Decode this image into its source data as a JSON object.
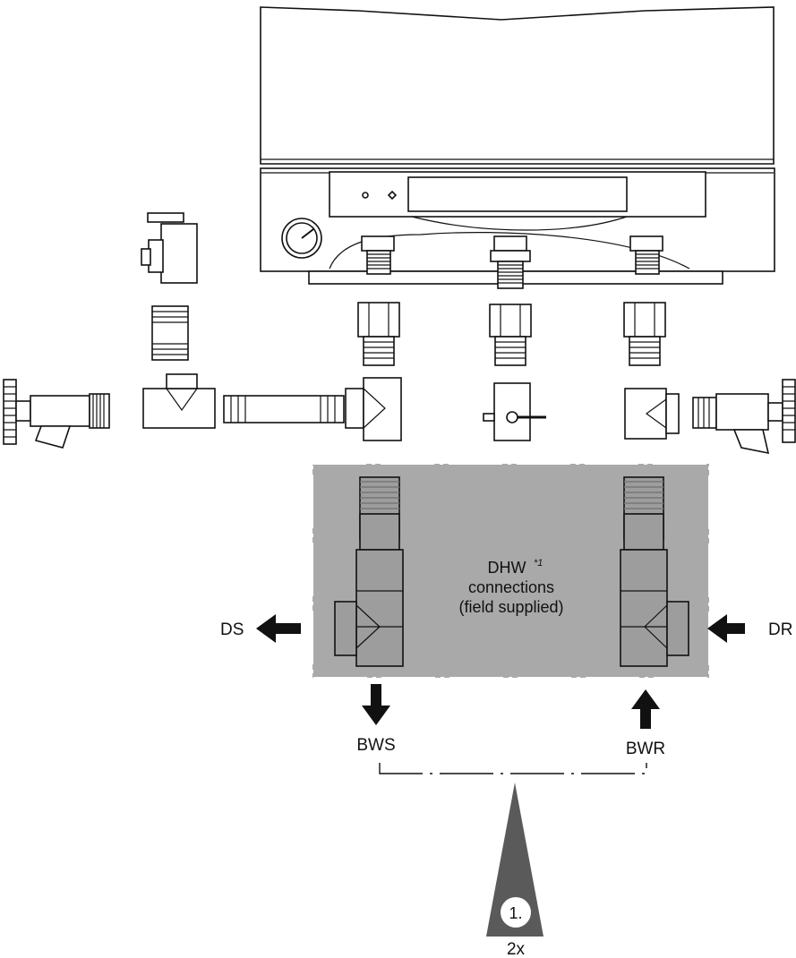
{
  "labels": {
    "ds": "DS",
    "dr": "DR",
    "bws": "BWS",
    "bwr": "BWR",
    "dhw": "DHW",
    "dhw_footnote": "*1",
    "connections": "connections",
    "field_supplied": "(field supplied)",
    "step_number": "1.",
    "quantity": "2x"
  },
  "colors": {
    "field_box": "#a9a9a9",
    "step_triangle": "#5a5a5a",
    "line": "#111111"
  },
  "icons": [
    "pressure-gauge-icon",
    "arrow-left-icon",
    "arrow-down-icon",
    "arrow-up-icon"
  ]
}
